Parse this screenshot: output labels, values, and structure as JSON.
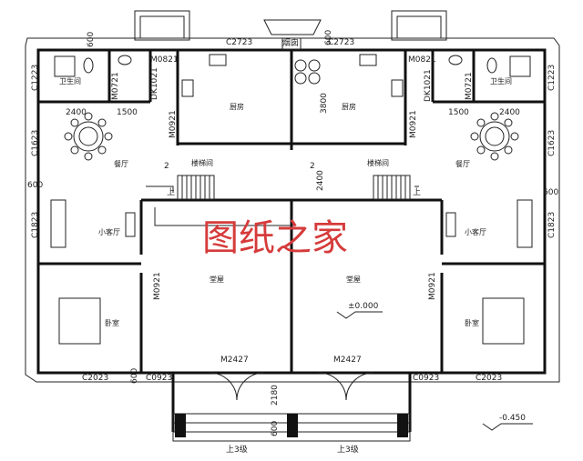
{
  "watermark": "图纸之家",
  "rooms": {
    "toilet_left": "卫生间",
    "toilet_right": "卫生间",
    "kitchen_left": "厨房",
    "kitchen_right": "厨房",
    "dining_left": "餐厅",
    "dining_right": "餐厅",
    "stair_left": "楼梯间",
    "stair_right": "楼梯间",
    "parlor_left": "小客厅",
    "parlor_right": "小客厅",
    "hall_left": "堂屋",
    "hall_right": "堂屋",
    "bedroom_left": "卧室",
    "bedroom_right": "卧室"
  },
  "labels": {
    "chimney": "烟囱",
    "c2723_left": "C2723",
    "c2723_right": "C2723",
    "m0821_left": "M0821",
    "m0821_right": "M0821",
    "c1223_left": "C1223",
    "c1223_right": "C1223",
    "m0721_left": "M0721",
    "m0721_right": "M0721",
    "dk1021_left": "DK1021",
    "dk1021_right": "DK1021",
    "m0921_kitchen_left": "M0921",
    "m0921_kitchen_right": "M0921",
    "d3800": "3800",
    "d2400_left": "2400",
    "d1500_left": "1500",
    "d2400_right": "2400",
    "d1500_right": "1500",
    "c1623_left": "C1623",
    "c1623_right": "C1623",
    "d600_left": "600",
    "d600_right": "600",
    "d600_top_left": "600",
    "d600_top_mid": "600",
    "stair2_left": "2",
    "stair2_right": "2",
    "d2400_mid": "2400",
    "up_left": "上",
    "up_right": "上",
    "c1823_left": "C1823",
    "c1823_right": "C1823",
    "m0921_hall_left": "M0921",
    "m0921_hall_right": "M0921",
    "level0": "±0.000",
    "m2427_left": "M2427",
    "m2427_right": "M2427",
    "c2023_left": "C2023",
    "c2023_right": "C2023",
    "d600_bottom": "600",
    "c0923_left": "C0923",
    "c0923_right": "C0923",
    "d2180": "2180",
    "d600_steps": "600",
    "level_neg": "-0.450",
    "steps_left": "上3级",
    "steps_right": "上3级"
  }
}
